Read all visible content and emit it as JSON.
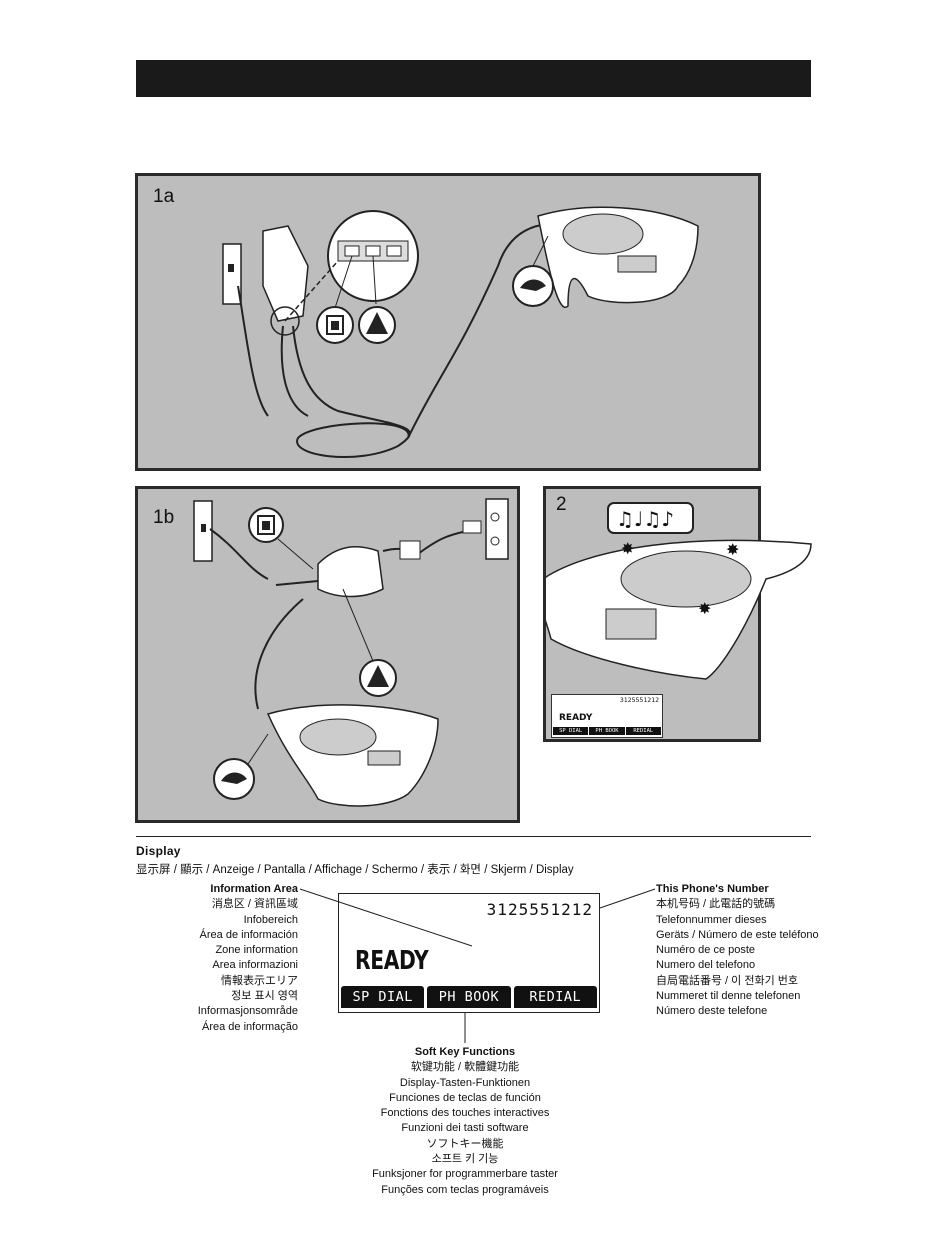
{
  "panels": {
    "p1a": {
      "label": "1a"
    },
    "p1b": {
      "label": "1b"
    },
    "p2": {
      "label": "2"
    }
  },
  "mini_screen": {
    "number": "3125551212",
    "status": "READY",
    "softkeys": [
      "SP DIAL",
      "PH BOOK",
      "REDIAL"
    ]
  },
  "display_section": {
    "title": "Display",
    "languages": "显示屏 / 顯示 / Anzeige / Pantalla / Affichage / Schermo / 表示 / 화면 / Skjerm / Display"
  },
  "lcd": {
    "number": "3125551212",
    "status": "READY",
    "softkeys": [
      "SP DIAL",
      "PH BOOK",
      "REDIAL"
    ]
  },
  "information_area": {
    "head": "Information Area",
    "lines": [
      "消息区 / 資訊區域",
      "Infobereich",
      "Área de información",
      "Zone information",
      "Area informazioni",
      "情報表示エリア",
      "정보 표시 영역",
      "Informasjonsområde",
      "Área de informação"
    ]
  },
  "phone_number": {
    "head": "This Phone's Number",
    "lines": [
      "本机号码  / 此電話的號碼",
      "Telefonnummer dieses",
      "Geräts / Número de este teléfono",
      "Numéro de ce poste",
      "Numero del telefono",
      "自局電話番号 / 이 전화기 번호",
      "Nummeret til denne telefonen",
      "Número deste telefone"
    ]
  },
  "soft_key_functions": {
    "head": "Soft Key Functions",
    "lines": [
      "软键功能  / 軟體鍵功能",
      "Display-Tasten-Funktionen",
      "Funciones de teclas de función",
      "Fonctions des touches interactives",
      "Funzioni dei tasti software",
      "ソフトキー機能",
      "소프트 키 기능",
      "Funksjoner for programmerbare taster",
      "Funções com teclas programáveis"
    ]
  }
}
